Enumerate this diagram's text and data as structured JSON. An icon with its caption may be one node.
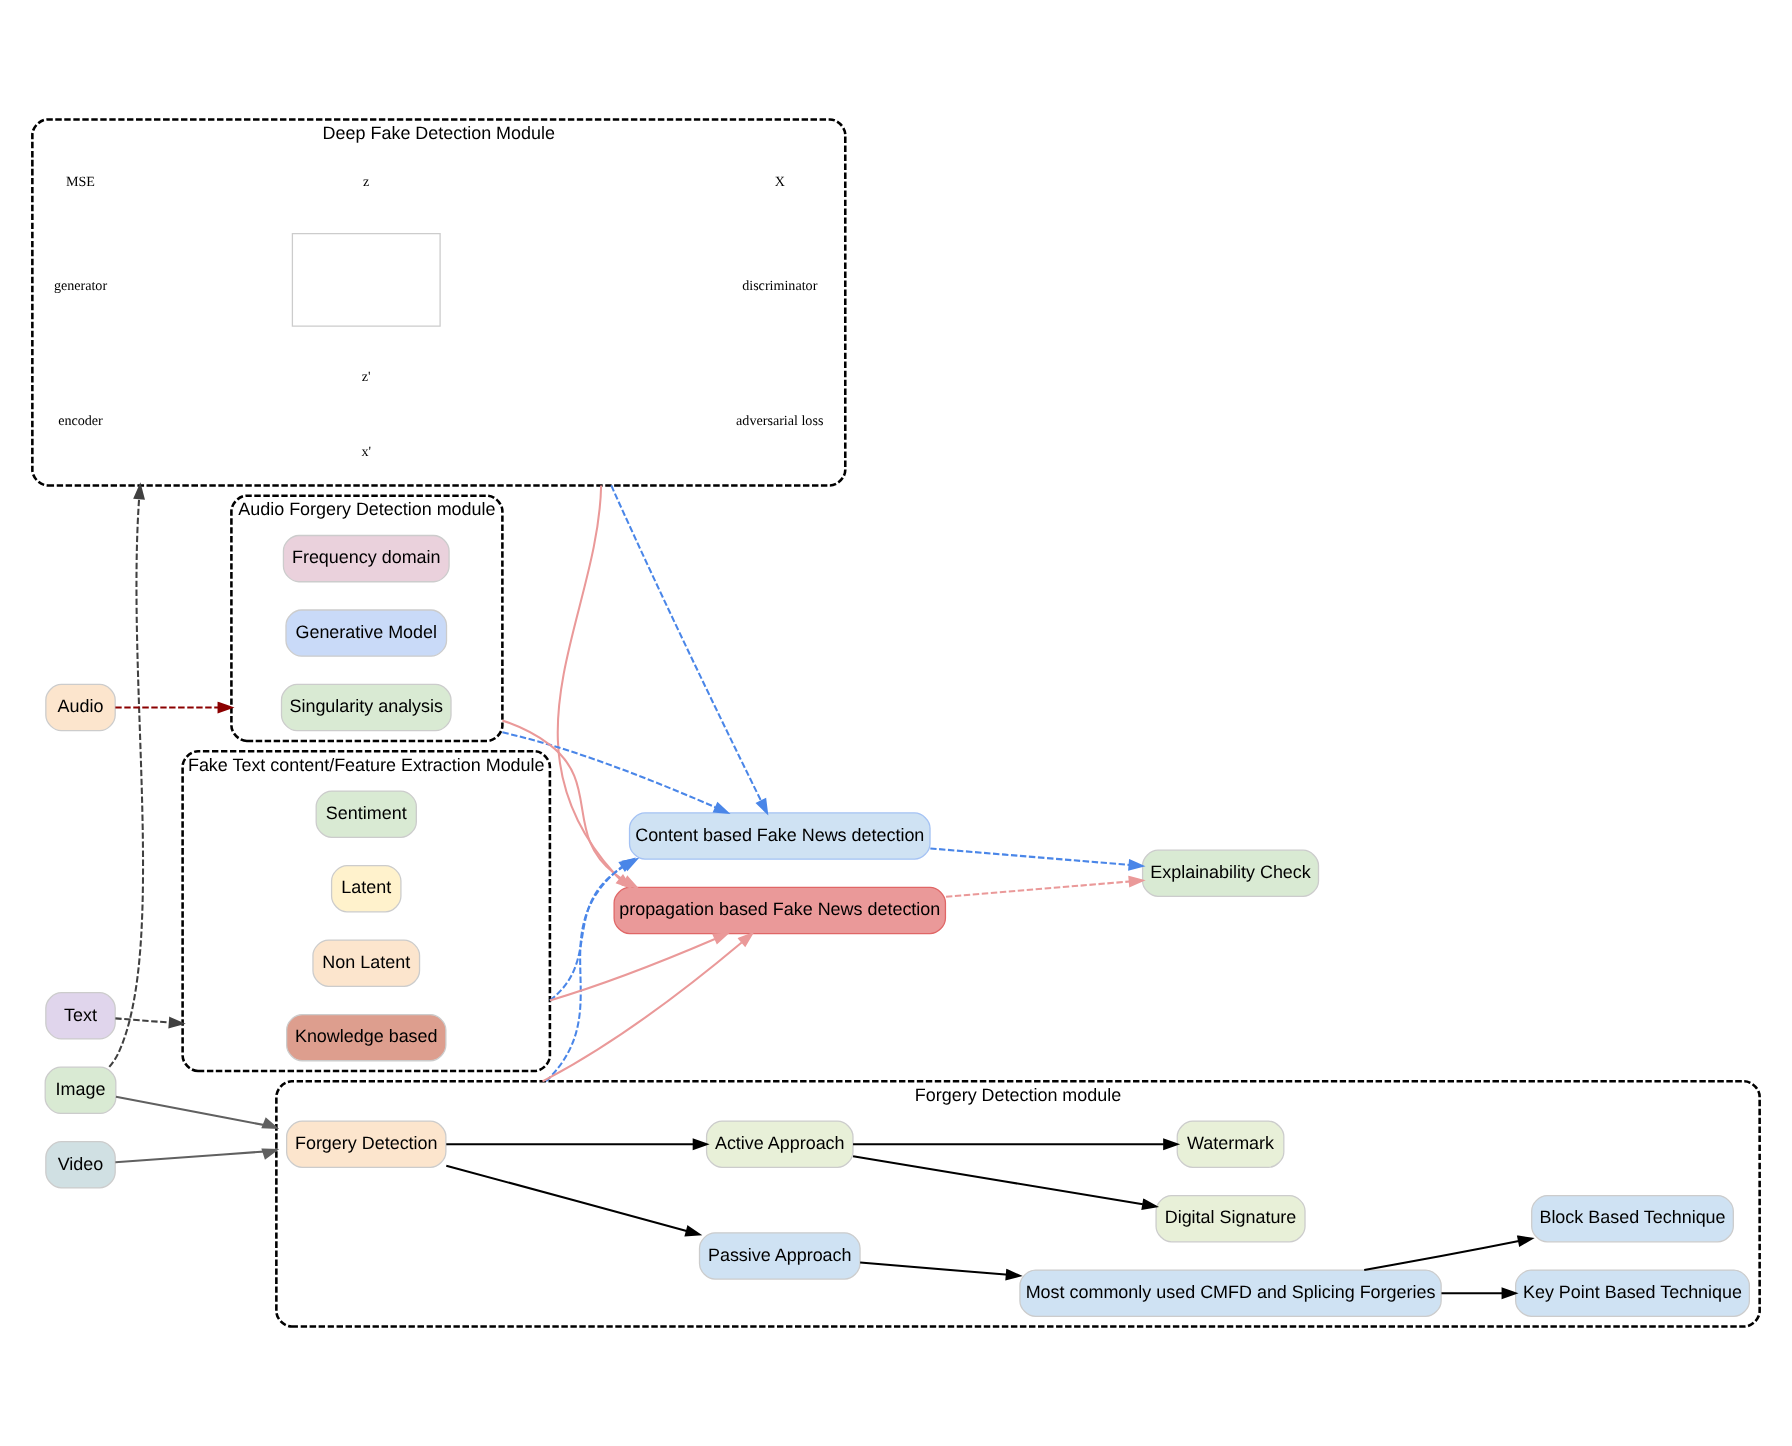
{
  "diagram": {
    "nodes": [
      {
        "text": [
          "Deep Fake Detection Module"
        ]
      },
      {
        "text": [],
        "shape": "box",
        "in": 0
      },
      {
        "text": [
          "Forgery Detection module"
        ]
      },
      {
        "text": [
          "Forgery Detection"
        ],
        "in": 2
      },
      {
        "text": [
          "Passive Approach"
        ],
        "in": 2
      },
      {
        "text": [
          "Active Approach"
        ],
        "in": 2
      },
      {
        "text": [
          "Most commonly used CMFD and Splicing Forgeries"
        ],
        "in": 2
      },
      {
        "text": [
          "Key Point Based Technique"
        ],
        "in": 2
      },
      {
        "text": [
          "Block Based Technique"
        ],
        "in": 2
      },
      {
        "text": [
          "Watermark"
        ],
        "in": 2
      },
      {
        "text": [
          "Digital Signature"
        ],
        "in": 2
      },
      {
        "text": [
          "Image"
        ]
      },
      {
        "text": [
          "Video"
        ]
      },
      {
        "text": [
          "Audio"
        ]
      },
      {
        "text": [
          "Text"
        ]
      },
      {
        "text": [
          "Audio Forgery Detection module"
        ]
      },
      {
        "text": [
          "Singularity analysis"
        ],
        "in": 15
      },
      {
        "text": [
          "Generative Model"
        ],
        "in": 15
      },
      {
        "text": [
          "Frequency domain"
        ],
        "in": 15
      },
      {
        "text": [
          "Fake Text content/Feature Extraction Module"
        ]
      },
      {
        "text": [
          "Knowledge based"
        ],
        "in": 19
      },
      {
        "text": [
          "Non Latent"
        ],
        "in": 19
      },
      {
        "text": [
          "Latent"
        ],
        "in": 19
      },
      {
        "text": [
          "Sentiment"
        ],
        "in": 19
      },
      {
        "text": [
          "Content based Fake News detection"
        ]
      },
      {
        "text": [
          "propagation based Fake News detection"
        ]
      },
      {
        "text": [
          "Explainability Check"
        ]
      }
    ],
    "edges": [
      {
        "from": 3,
        "to": 4,
        "arrow": "to"
      },
      {
        "from": 3,
        "to": 5,
        "arrow": "to"
      },
      {
        "from": 4,
        "to": 6,
        "arrow": "to"
      },
      {
        "from": 6,
        "to": 7,
        "arrow": "to"
      },
      {
        "from": 6,
        "to": 8,
        "arrow": "to"
      },
      {
        "from": 5,
        "to": 9,
        "arrow": "to"
      },
      {
        "from": 5,
        "to": 10,
        "arrow": "to"
      },
      {
        "from": 11,
        "to": 0,
        "arrow": "to",
        "style": "dashed",
        "color": "#404040"
      },
      {
        "from": 11,
        "to": 2,
        "arrow": "to",
        "color": "#606060"
      },
      {
        "from": 12,
        "to": 2,
        "arrow": "to",
        "color": "#606060"
      },
      {
        "from": 13,
        "to": 15,
        "arrow": "to",
        "style": "dashed",
        "color": "#8b0000"
      },
      {
        "from": 14,
        "to": 19,
        "arrow": "to",
        "style": "dashed",
        "color": "#404040"
      },
      {
        "from": 0,
        "to": 24,
        "arrow": "to",
        "style": "dashed",
        "color": "#4a86e8"
      },
      {
        "from": 0,
        "to": 25,
        "arrow": "to",
        "color": "#ea9999"
      },
      {
        "from": 2,
        "to": 24,
        "arrow": "to",
        "style": "dashed",
        "color": "#4a86e8"
      },
      {
        "from": 2,
        "to": 25,
        "arrow": "to",
        "color": "#ea9999"
      },
      {
        "from": 15,
        "to": 24,
        "arrow": "to",
        "style": "dashed",
        "color": "#4a86e8"
      },
      {
        "from": 15,
        "to": 25,
        "arrow": "to",
        "color": "#ea9999"
      },
      {
        "from": 19,
        "to": 24,
        "arrow": "to",
        "style": "dashed",
        "color": "#4a86e8"
      },
      {
        "from": 19,
        "to": 25,
        "arrow": "to",
        "color": "#ea9999"
      },
      {
        "from": 24,
        "to": 26,
        "arrow": "to",
        "style": "dashed",
        "color": "#4a86e8"
      },
      {
        "from": 25,
        "to": 26,
        "arrow": "to",
        "style": "dashed",
        "color": "#ea9999"
      }
    ],
    "labels": [
      "MSE",
      "generator",
      "encoder",
      "z",
      "z'",
      "x'",
      "X",
      "discriminator",
      "adversarial loss"
    ]
  }
}
